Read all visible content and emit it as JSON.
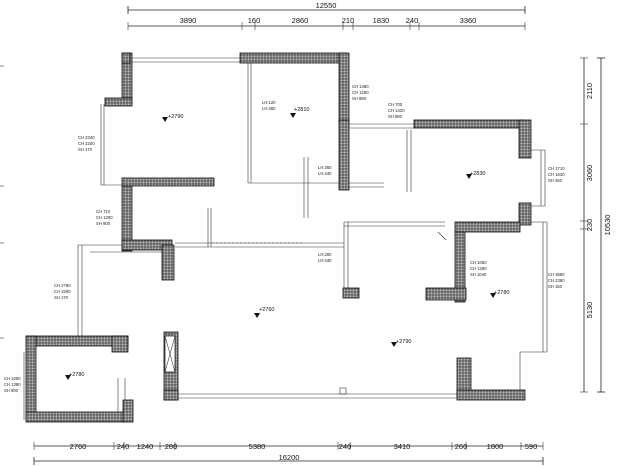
{
  "dimensions": {
    "top_total": "12550",
    "top_segments": [
      "3890",
      "160",
      "2860",
      "210",
      "1830",
      "240",
      "3360"
    ],
    "bottom_total": "16200",
    "bottom_segments": [
      "2760",
      "240",
      "1240",
      "280",
      "5380",
      "240",
      "3410",
      "260",
      "1800",
      "590"
    ],
    "right_total": "10530",
    "right_segments": [
      "2110",
      "3060",
      "230",
      "5130"
    ]
  },
  "elevations": [
    "+2790",
    "+2810",
    "+2830",
    "+2760",
    "+2790",
    "+2780",
    "+2780"
  ],
  "notes": [
    [
      "CH 2340",
      "CH 2200",
      "SH 170"
    ],
    [
      "CH 710",
      "CH 1290",
      "SH 900"
    ],
    [
      "CH 2780",
      "CH 2290",
      "SH 170"
    ],
    [
      "CH 1090",
      "CH 1380",
      "SH 900"
    ],
    [
      "CH 1480",
      "CH 1290",
      "SH 890"
    ],
    [
      "CH 700",
      "CH 1420",
      "SH 880"
    ],
    [
      "CH 1710",
      "CH 1640",
      "SH 450"
    ],
    [
      "CH 1050",
      "CH 1280",
      "SH 1040"
    ],
    [
      "CH 3680",
      "CH 2360",
      "SH 150"
    ],
    [
      "LH:120",
      "LH:360"
    ],
    [
      "LH:360",
      "LH:440"
    ],
    [
      "LH:280",
      "LH:440"
    ]
  ]
}
